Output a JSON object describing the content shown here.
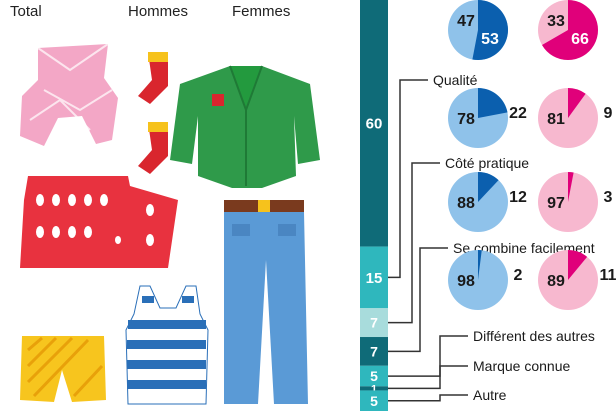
{
  "headers": {
    "total": "Total",
    "men": "Hommes",
    "women": "Femmes"
  },
  "colors": {
    "teal_dark": "#0f6b78",
    "teal_mid": "#2fb7bd",
    "teal_light": "#a8dcdc",
    "men_light": "#8fc2ea",
    "men_dark": "#0b5fae",
    "women_light": "#f7b8cf",
    "women_dark": "#e0007a"
  },
  "illustrations": [
    "pink-top",
    "red-skirt",
    "yellow-shorts",
    "red-socks",
    "green-coat",
    "striped-tank-top",
    "blue-jeans"
  ],
  "chart_data": {
    "type": "bar",
    "stacked": true,
    "categories": [
      "",
      "Qualité",
      "Côté pratique",
      "Se combine facilement",
      "Différent des autres",
      "Marque connue",
      "Autre"
    ],
    "total": [
      60,
      15,
      7,
      7,
      5,
      1,
      5
    ],
    "pies": [
      {
        "men": [
          47,
          53
        ],
        "women": [
          33,
          66
        ]
      },
      {
        "men": [
          78,
          22
        ],
        "women": [
          81,
          9
        ]
      },
      {
        "men": [
          88,
          12
        ],
        "women": [
          97,
          3
        ]
      },
      {
        "men": [
          98,
          2
        ],
        "women": [
          89,
          11
        ]
      }
    ]
  }
}
